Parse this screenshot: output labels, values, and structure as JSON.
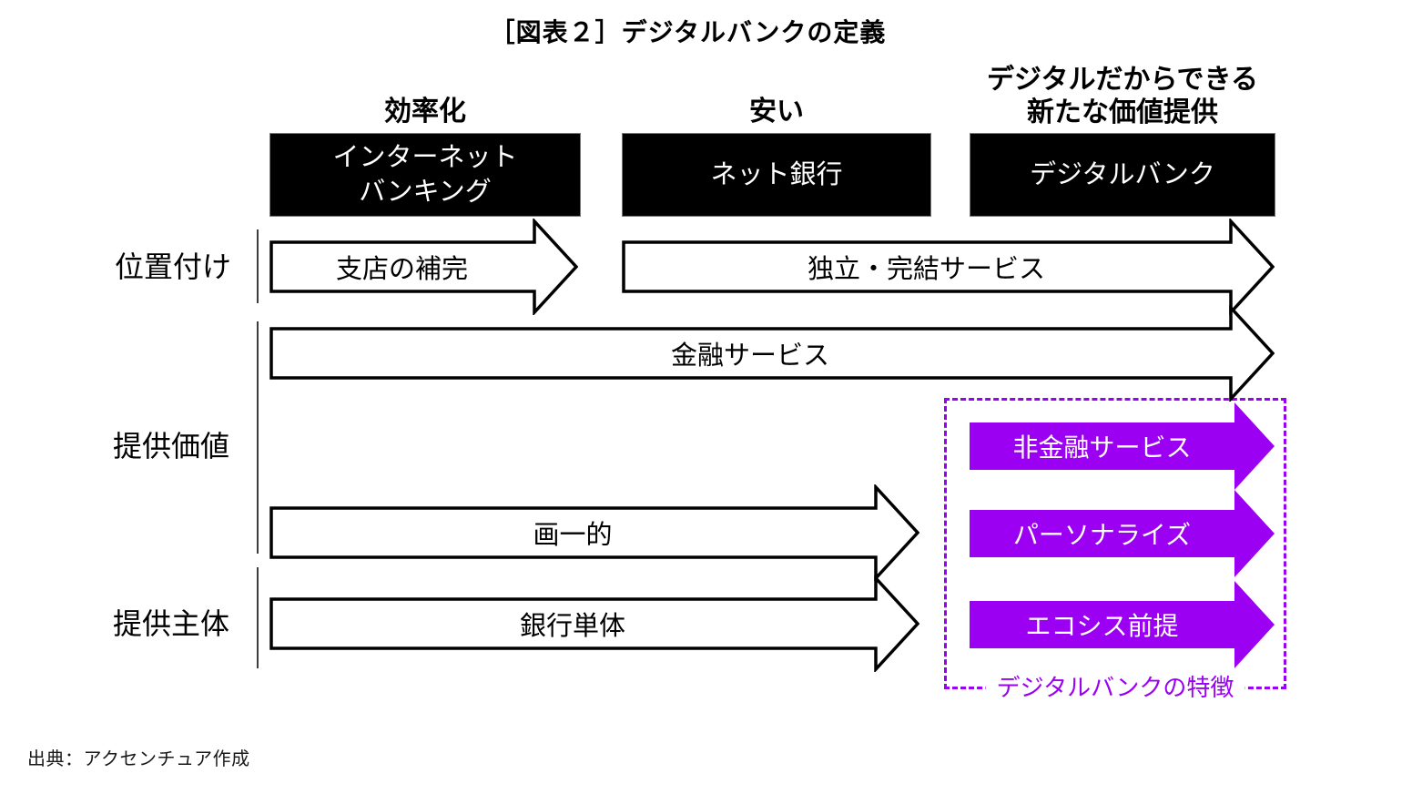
{
  "title": "［図表２］デジタルバンクの定義",
  "column_headers": {
    "efficiency": "効率化",
    "cheap": "安い",
    "new_value": "デジタルだからできる\n新たな価値提供"
  },
  "stage_boxes": {
    "internet_banking": "インターネット\nバンキング",
    "net_bank": "ネット銀行",
    "digital_bank": "デジタルバンク"
  },
  "row_labels": {
    "positioning": "位置付け",
    "provided_value": "提供価値",
    "provider": "提供主体"
  },
  "arrows": {
    "branch_complement": "支店の補完",
    "independent_complete_service": "独立・完結サービス",
    "financial_services": "金融サービス",
    "uniform": "画一的",
    "bank_standalone": "銀行単体",
    "non_financial_services": "非金融サービス",
    "personalize": "パーソナライズ",
    "ecosystem_premise": "エコシス前提"
  },
  "feature_box_label": "デジタルバンクの特徴",
  "source": "出典：アクセンチュア作成",
  "colors": {
    "accent_purple": "#9B00F2",
    "arrow_outline": "#000000",
    "stage_box_fill": "#000000"
  }
}
